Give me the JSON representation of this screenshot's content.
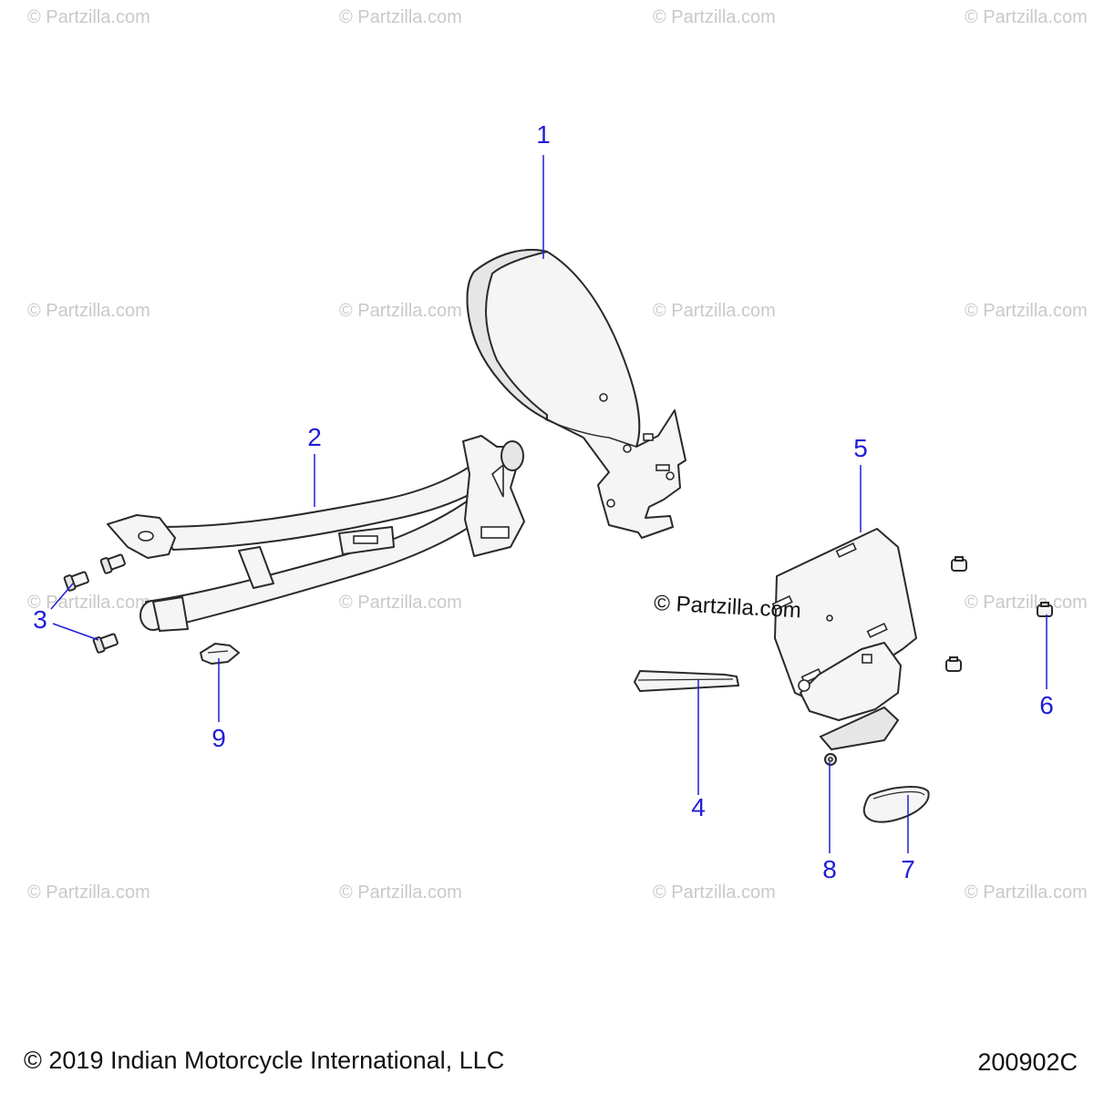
{
  "watermark": {
    "text": "© Partzilla.com",
    "center_text": "© Partzilla.com"
  },
  "callouts": [
    {
      "id": "1",
      "label": "1"
    },
    {
      "id": "2",
      "label": "2"
    },
    {
      "id": "3",
      "label": "3"
    },
    {
      "id": "4",
      "label": "4"
    },
    {
      "id": "5",
      "label": "5"
    },
    {
      "id": "6",
      "label": "6"
    },
    {
      "id": "7",
      "label": "7"
    },
    {
      "id": "8",
      "label": "8"
    },
    {
      "id": "9",
      "label": "9"
    }
  ],
  "footer": {
    "copyright": "© 2019 Indian Motorcycle International, LLC",
    "diagram_code": "200902C"
  },
  "colors": {
    "callout": "#1f1fd6",
    "watermark": "#c9c9c9",
    "line": "#2a2a2a"
  }
}
